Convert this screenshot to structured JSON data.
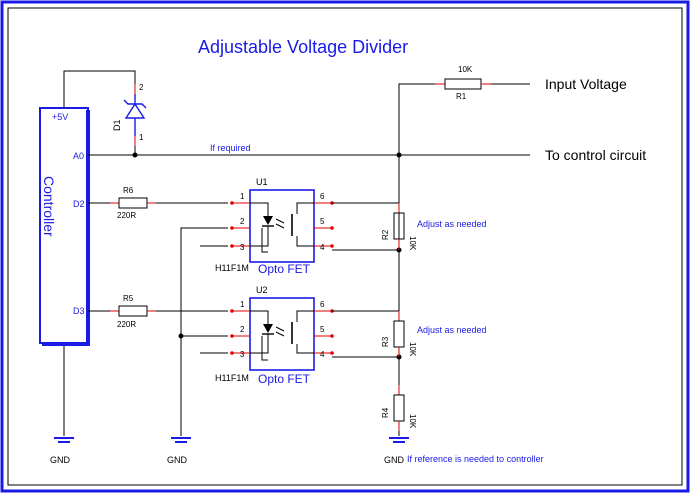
{
  "title": "Adjustable Voltage Divider",
  "controller": {
    "label": "Controller",
    "vcc": "+5V",
    "pins": {
      "a0": "A0",
      "d2": "D2",
      "d3": "D3"
    }
  },
  "diode": {
    "ref": "D1",
    "pin1": "1",
    "pin2": "2"
  },
  "r1": {
    "ref": "R1",
    "value": "10K"
  },
  "r2": {
    "ref": "R2",
    "value": "10K"
  },
  "r3": {
    "ref": "R3",
    "value": "10K"
  },
  "r4": {
    "ref": "R4",
    "value": "10K"
  },
  "r5": {
    "ref": "R5",
    "value": "220R"
  },
  "r6": {
    "ref": "R6",
    "value": "220R"
  },
  "u1": {
    "ref": "U1",
    "part": "H11F1M",
    "name": "Opto FET",
    "pins": [
      "1",
      "2",
      "3",
      "4",
      "5",
      "6"
    ]
  },
  "u2": {
    "ref": "U2",
    "part": "H11F1M",
    "name": "Opto FET",
    "pins": [
      "1",
      "2",
      "3",
      "4",
      "5",
      "6"
    ]
  },
  "labels": {
    "input_voltage": "Input Voltage",
    "to_control": "To control circuit",
    "if_required": "If required",
    "adjust1": "Adjust as needed",
    "adjust2": "Adjust as needed",
    "reference": "If reference is needed to controller"
  },
  "gnd": [
    "GND",
    "GND",
    "GND"
  ],
  "colors": {
    "border": "#1a1ae6",
    "text_blue": "#1a1ae6",
    "pin": "#e00000"
  }
}
